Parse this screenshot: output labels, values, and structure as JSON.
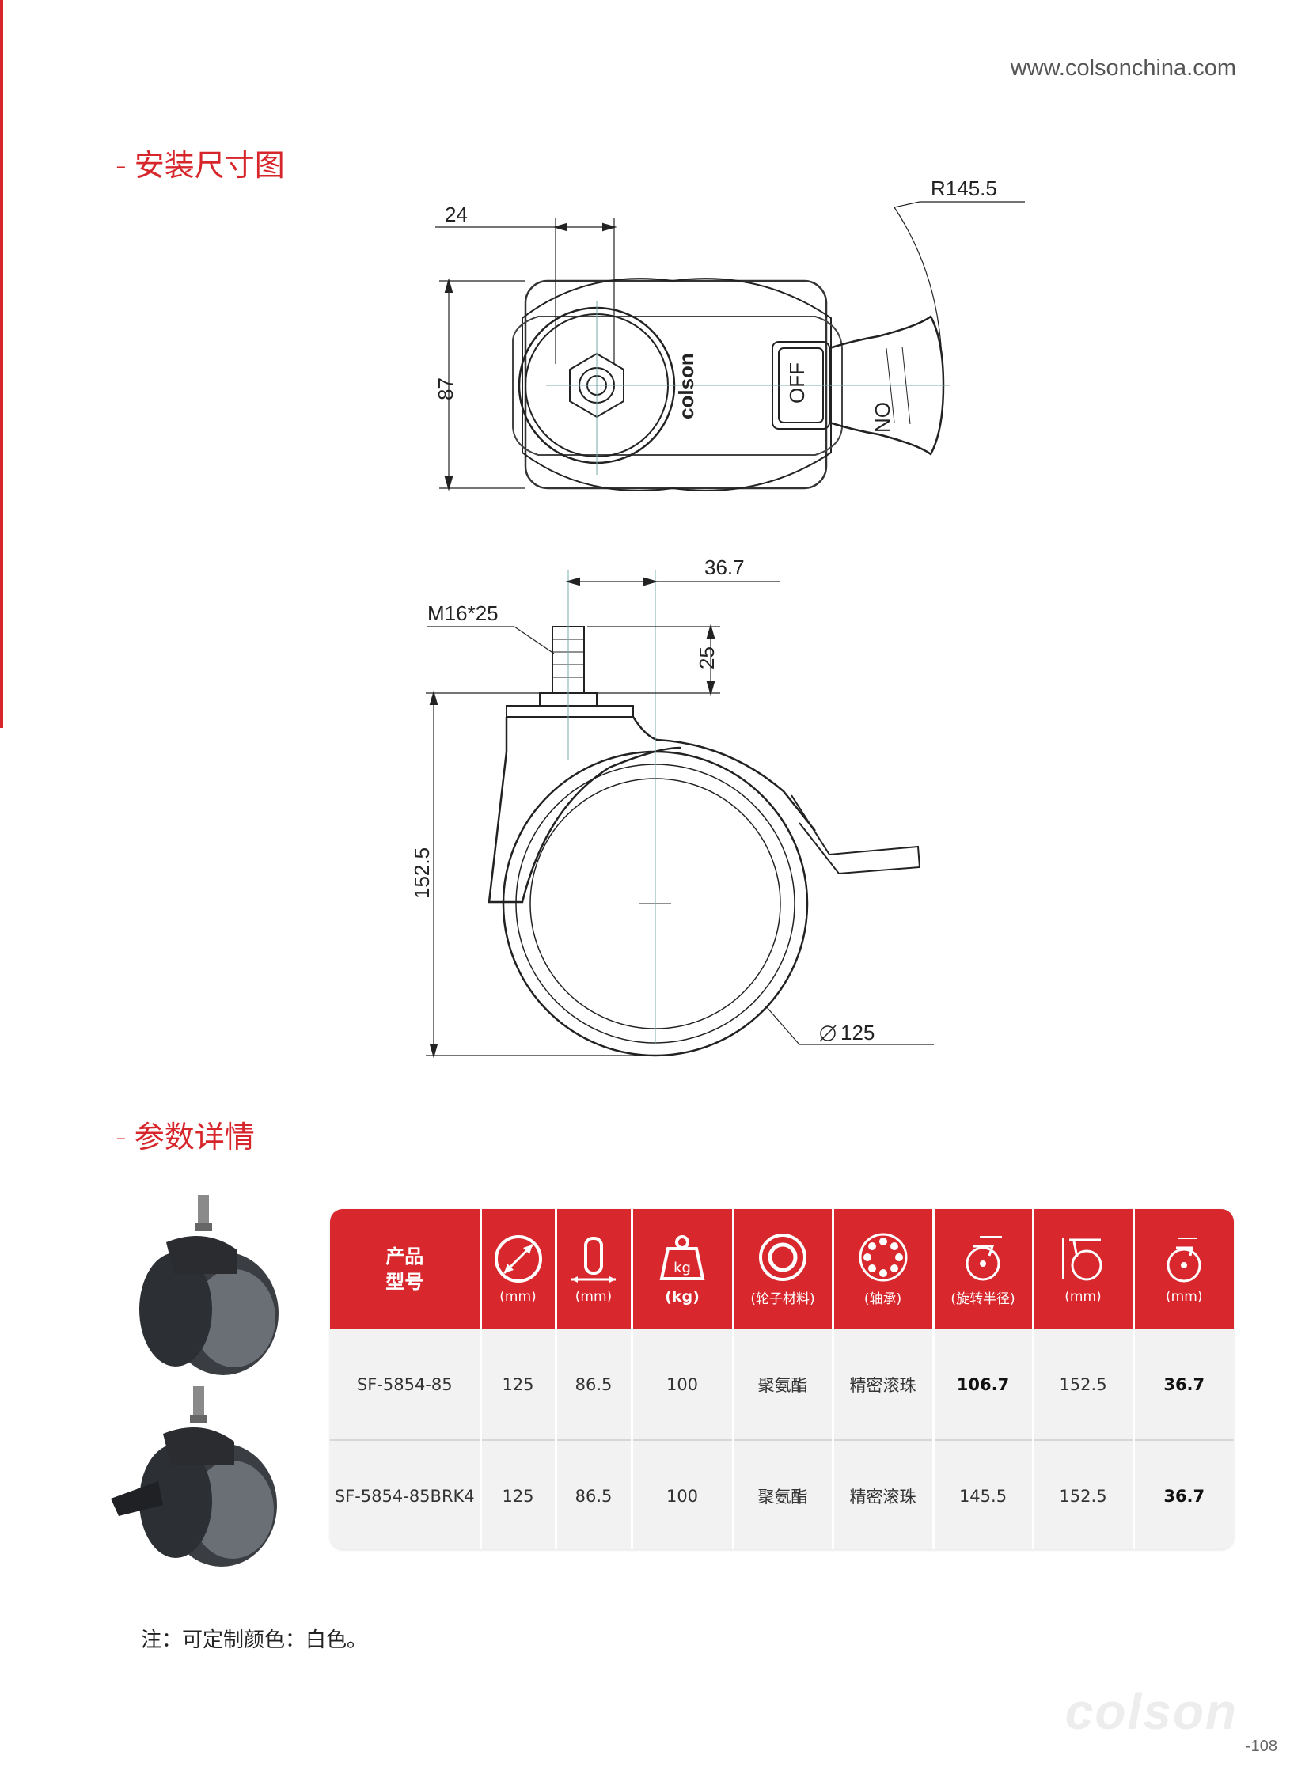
{
  "header": {
    "website": "www.colsonchina.com"
  },
  "sections": {
    "install_title": "安装尺寸图",
    "params_title": "参数详情",
    "dash": "-"
  },
  "drawing_top": {
    "dim_width": "24",
    "dim_height": "87",
    "dim_radius": "R145.5",
    "brake_on_label": "ON",
    "brake_off_label": "OFF",
    "brand_on_body": "colson"
  },
  "drawing_side": {
    "dim_offset": "36.7",
    "dim_thread": "M16*25",
    "dim_stem": "25",
    "dim_height": "152.5",
    "dim_diameter": "125"
  },
  "table": {
    "header": {
      "model_line1": "产品",
      "model_line2": "型号",
      "units": [
        "(mm)",
        "(mm)",
        "(kg)",
        "(轮子材料)",
        "(轴承)",
        "(旋转半径)",
        "(mm)",
        "(mm)"
      ],
      "icons": [
        "wheel-diameter-icon",
        "wheel-width-icon",
        "load-weight-icon",
        "wheel-material-icon",
        "bearing-icon",
        "swivel-radius-icon",
        "mounting-height-icon",
        "offset-icon"
      ]
    },
    "rows": [
      {
        "model": "SF-5854-85",
        "diameter": "125",
        "width": "86.5",
        "load": "100",
        "material": "聚氨酯",
        "bearing": "精密滚珠",
        "swivel_radius": "106.7",
        "height": "152.5",
        "offset": "36.7"
      },
      {
        "model": "SF-5854-85BRK4",
        "diameter": "125",
        "width": "86.5",
        "load": "100",
        "material": "聚氨酯",
        "bearing": "精密滚珠",
        "swivel_radius": "145.5",
        "height": "152.5",
        "offset": "36.7"
      }
    ]
  },
  "note": "注：可定制颜色：白色。",
  "footer": {
    "logo": "colson",
    "page_number": "-108"
  },
  "colors": {
    "accent": "#d7262b",
    "table_bg": "#f2f2f2"
  }
}
